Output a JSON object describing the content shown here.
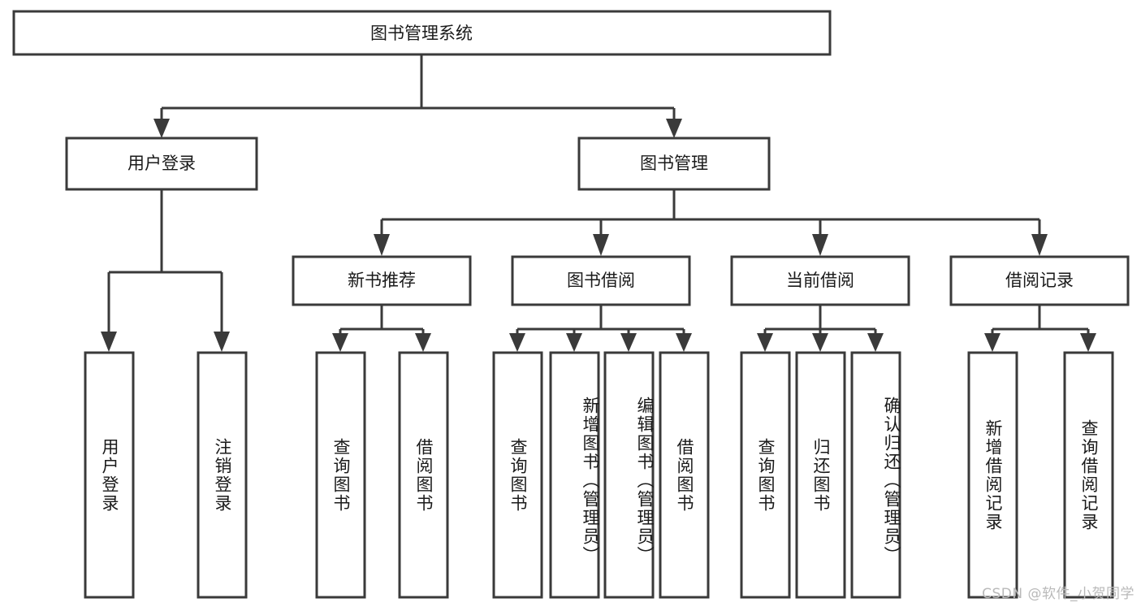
{
  "diagram": {
    "type": "tree-hierarchy",
    "title": "图书管理系统",
    "watermark": "CSDN @软件_小贺同学",
    "colors": {
      "stroke": "#3a3a3a",
      "fill": "#ffffff",
      "text": "#1a1a1a",
      "watermark": "#b9b9b9"
    },
    "root": {
      "label": "图书管理系统"
    },
    "level2": [
      {
        "label": "用户登录"
      },
      {
        "label": "图书管理"
      }
    ],
    "level3": [
      {
        "label": "新书推荐"
      },
      {
        "label": "图书借阅"
      },
      {
        "label": "当前借阅"
      },
      {
        "label": "借阅记录"
      }
    ],
    "leaves": {
      "user_login": [
        {
          "label": "用户登录"
        },
        {
          "label": "注销登录"
        }
      ],
      "new_book_recommend": [
        {
          "label": "查询图书"
        },
        {
          "label": "借阅图书"
        }
      ],
      "book_borrow": [
        {
          "label": "查询图书"
        },
        {
          "label": "新增图书（管理员）"
        },
        {
          "label": "编辑图书（管理员）"
        },
        {
          "label": "借阅图书"
        }
      ],
      "current_borrow": [
        {
          "label": "查询图书"
        },
        {
          "label": "归还图书"
        },
        {
          "label": "确认归还（管理员）"
        }
      ],
      "borrow_records": [
        {
          "label": "新增借阅记录"
        },
        {
          "label": "查询借阅记录"
        }
      ]
    }
  }
}
